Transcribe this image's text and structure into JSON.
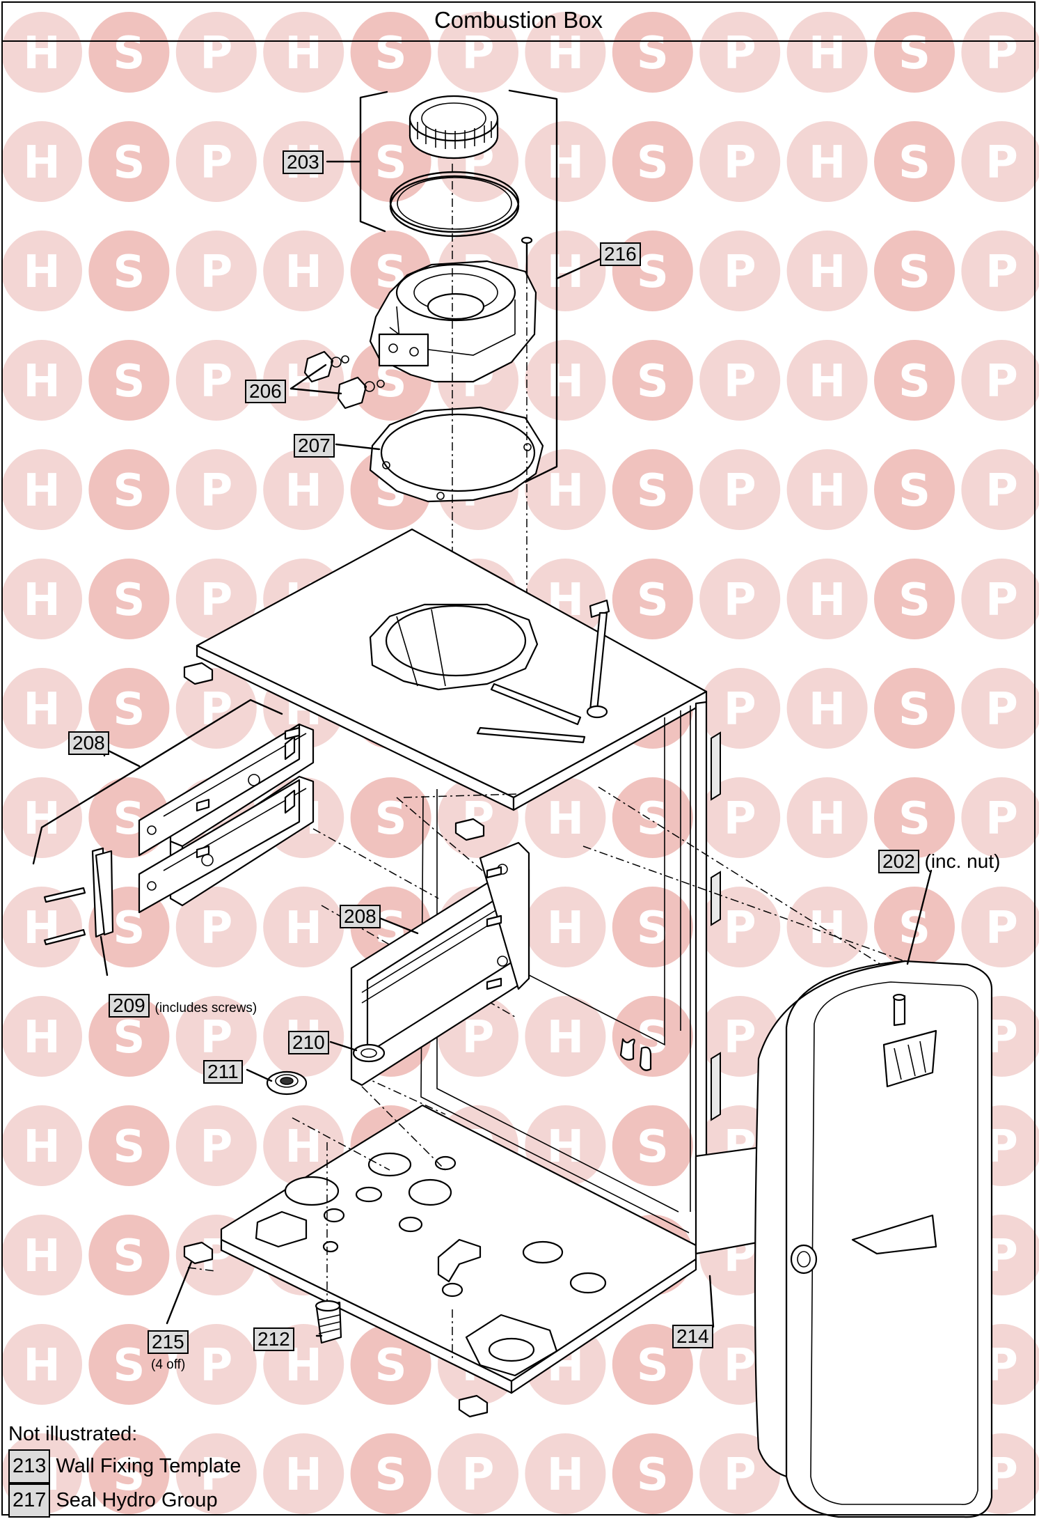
{
  "title": "Combustion Box",
  "watermark": {
    "letters": [
      "H",
      "S",
      "P"
    ],
    "color": "#f3d6d4",
    "s_color": "#f0c2be"
  },
  "parts": [
    {
      "id": "203",
      "note": ""
    },
    {
      "id": "216",
      "note": ""
    },
    {
      "id": "206",
      "note": ""
    },
    {
      "id": "207",
      "note": ""
    },
    {
      "id": "208",
      "note": ""
    },
    {
      "id": "208",
      "note": ""
    },
    {
      "id": "202",
      "note": "(inc. nut)"
    },
    {
      "id": "209",
      "note": "(includes screws)"
    },
    {
      "id": "210",
      "note": ""
    },
    {
      "id": "211",
      "note": ""
    },
    {
      "id": "214",
      "note": ""
    },
    {
      "id": "215",
      "note": "(4 off)"
    },
    {
      "id": "212",
      "note": ""
    }
  ],
  "not_illustrated": {
    "heading": "Not illustrated:",
    "items": [
      {
        "id": "213",
        "name": "Wall Fixing Template"
      },
      {
        "id": "217",
        "name": "Seal Hydro Group"
      }
    ]
  }
}
